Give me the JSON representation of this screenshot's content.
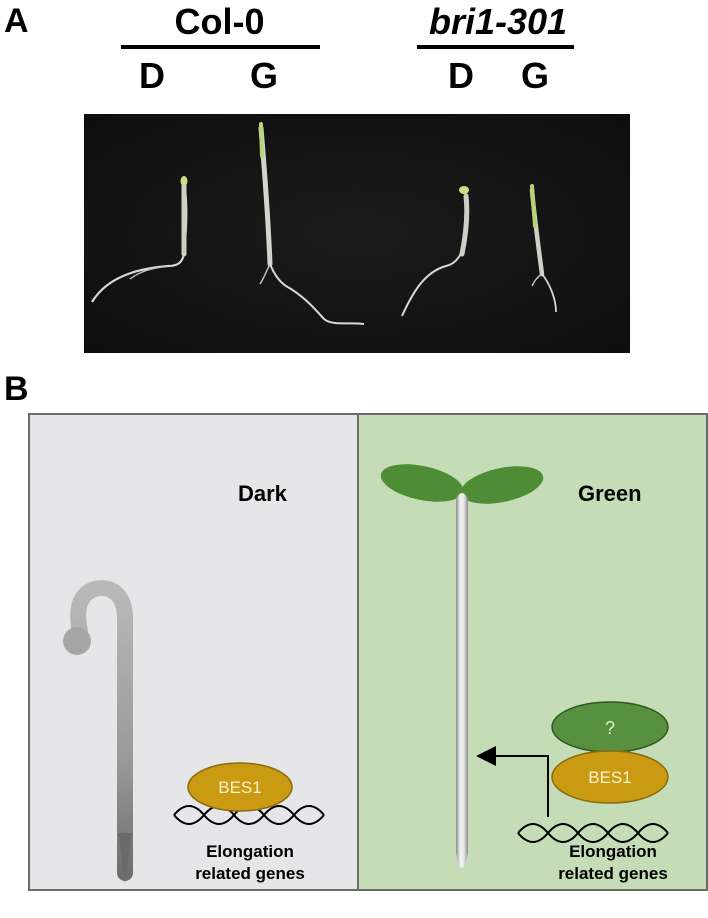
{
  "panel_a": {
    "letter": "A",
    "genotypes": [
      {
        "name": "Col-0",
        "conditions": [
          "D",
          "G"
        ]
      },
      {
        "name": "bri1-301",
        "conditions": [
          "D",
          "G"
        ]
      }
    ]
  },
  "panel_b": {
    "letter": "B",
    "dark": {
      "label": "Dark",
      "protein": "BES1",
      "genes_line1": "Elongation",
      "genes_line2": "related genes"
    },
    "green": {
      "label": "Green",
      "unknown_factor": "?",
      "protein": "BES1",
      "genes_line1": "Elongation",
      "genes_line2": "related genes"
    }
  },
  "colors": {
    "dark_bg": "#e6e5e8",
    "green_bg": "#c4ddb7",
    "border": "#6b6b6b",
    "bes1": "#c99a12",
    "unknown": "#57903f",
    "cotyledon": "#4f8c36",
    "photo_bg": "#141414"
  }
}
